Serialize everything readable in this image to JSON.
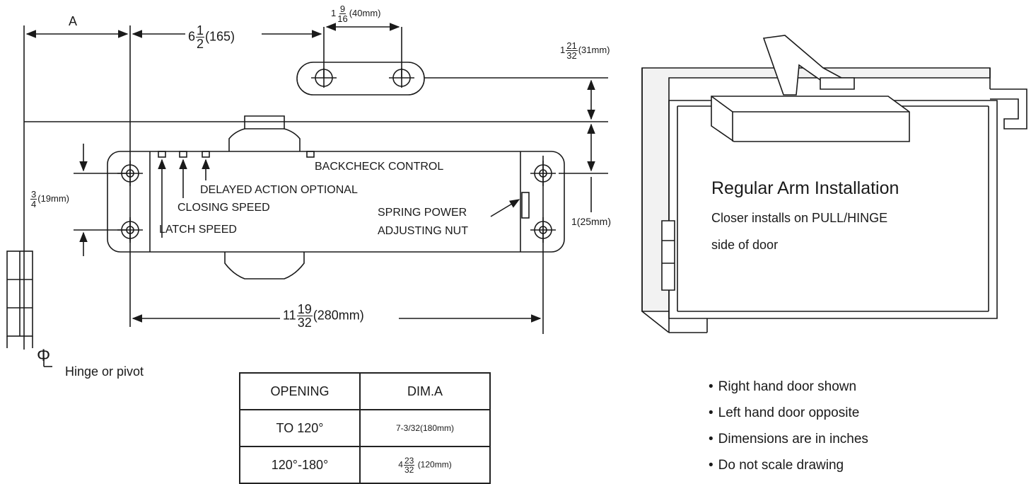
{
  "dimensions": {
    "dim_a_label": "A",
    "arm_offset_whole": "6",
    "arm_offset_num": "1",
    "arm_offset_den": "2",
    "arm_offset_mm": "(165)",
    "bracket_spacing_whole": "1",
    "bracket_spacing_num": "9",
    "bracket_spacing_den": "16",
    "bracket_spacing_mm": "(40mm)",
    "bracket_height_whole": "1",
    "bracket_height_num": "21",
    "bracket_height_den": "32",
    "bracket_height_mm": "(31mm)",
    "hole_spacing_num": "3",
    "hole_spacing_den": "4",
    "hole_spacing_mm": "(19mm)",
    "right_hole_spacing": "1(25mm)",
    "overall_length_whole": "11",
    "overall_length_num": "19",
    "overall_length_den": "32",
    "overall_length_mm": "(280mm)"
  },
  "callouts": {
    "backcheck": "BACKCHECK CONTROL",
    "delayed_action": "DELAYED ACTION OPTIONAL",
    "closing_speed": "CLOSING SPEED",
    "latch_speed": "LATCH SPEED",
    "spring_power_1": "SPRING POWER",
    "spring_power_2": "ADJUSTING NUT",
    "hinge_symbol": "Φ",
    "hinge": "Hinge or pivot"
  },
  "installation": {
    "title": "Regular Arm Installation",
    "line1": "Closer installs on PULL/HINGE",
    "line2": "side of door"
  },
  "table": {
    "header_opening": "OPENING",
    "header_dim": "DIM.A",
    "rows": [
      {
        "opening": "TO 120°",
        "dim": "7-3/32(180mm)"
      },
      {
        "opening": "120°-180°",
        "dim_whole": "4",
        "dim_num": "23",
        "dim_den": "32",
        "dim_mm": "(120mm)"
      }
    ]
  },
  "notes": [
    "Right hand door shown",
    "Left hand door opposite",
    "Dimensions are in inches",
    "Do not scale drawing"
  ]
}
